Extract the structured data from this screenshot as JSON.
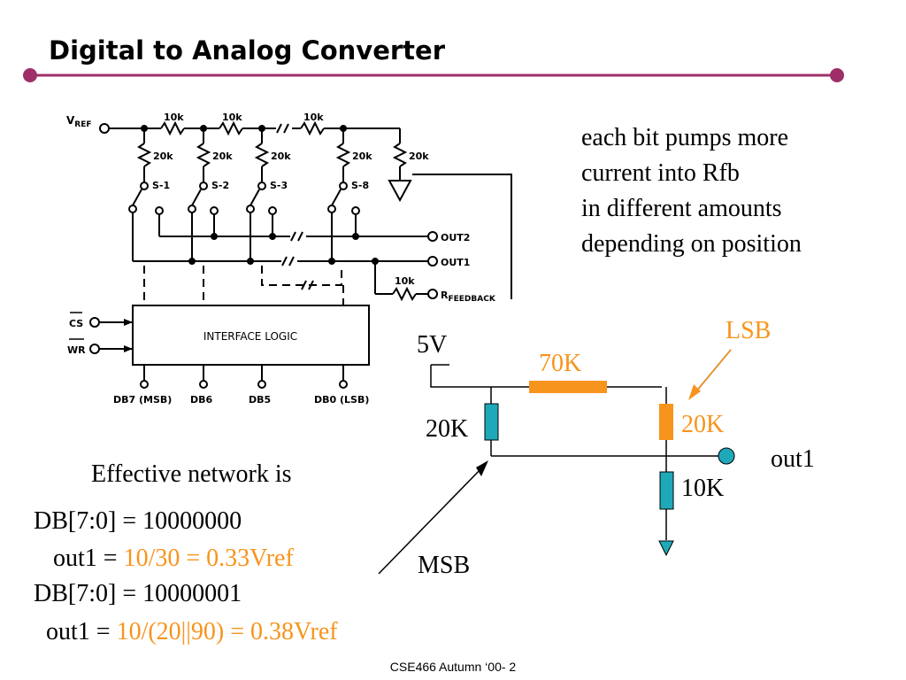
{
  "title": "Digital to Analog Converter",
  "description": [
    "each bit pumps more",
    "current into Rfb",
    "in different amounts",
    "depending on position"
  ],
  "schematic": {
    "vref": "V",
    "vref_sub": "REF",
    "r10k": "10k",
    "r20k": "20k",
    "switches": [
      "S-1",
      "S-2",
      "S-3",
      "S-8"
    ],
    "out2": "OUT2",
    "out1": "OUT1",
    "rfb": "R",
    "rfb_sub": "FEEDBACK",
    "cs": "CS",
    "wr": "WR",
    "logic": "INTERFACE LOGIC",
    "db": [
      "DB7 (MSB)",
      "DB6",
      "DB5",
      "DB0 (LSB)"
    ]
  },
  "network": {
    "supply": "5V",
    "r_top": "70K",
    "r_left": "20K",
    "r_right": "20K",
    "r_bottom": "10K",
    "out": "out1",
    "lsb": "LSB",
    "msb": "MSB",
    "accent_color": "#f7941d",
    "resistor_color": "#1fa9b8"
  },
  "effective": {
    "heading": "Effective network is",
    "line1": "DB[7:0] = 10000000",
    "line2_prefix": "out1 = ",
    "line2_value": "10/30 = 0.33Vref",
    "line3": "DB[7:0] = 10000001",
    "line4_prefix": "out1 = ",
    "line4_value": "10/(20||90) = 0.38Vref"
  },
  "footer": "CSE466 Autumn ‘00- 2",
  "colors": {
    "title_bar": "#9e2f68",
    "accent": "#f7941d",
    "teal": "#1fa9b8"
  }
}
